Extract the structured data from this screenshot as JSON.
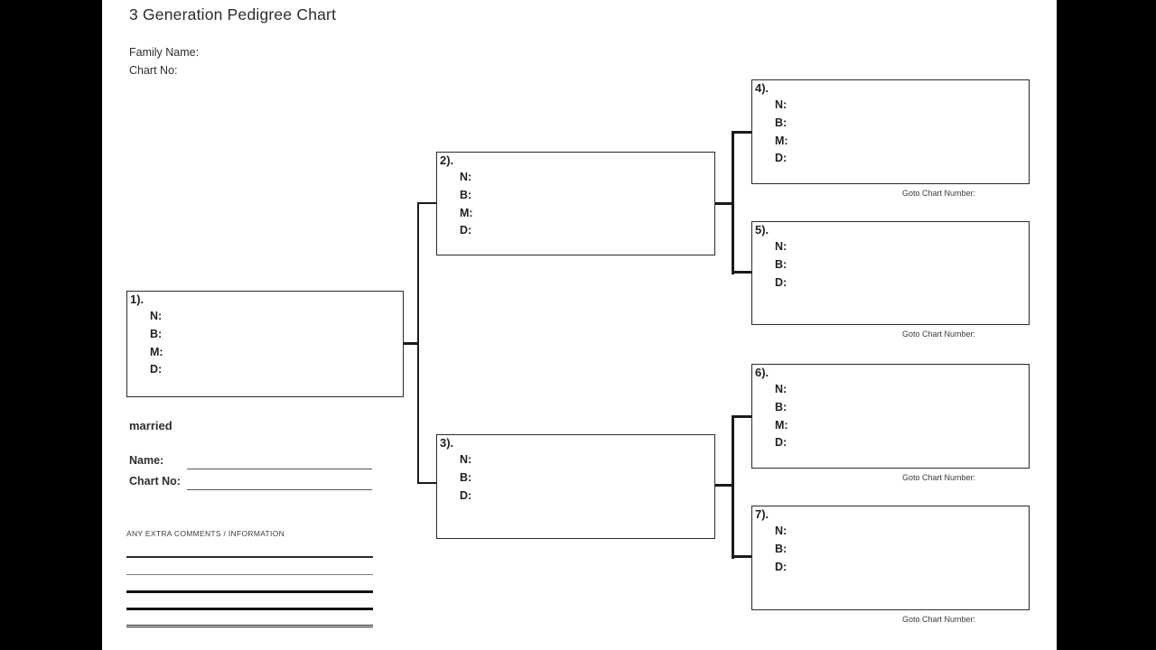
{
  "frame": {
    "pillar_color": "#000000",
    "page_color": "#ffffff"
  },
  "header": {
    "title": "3 Generation Pedigree Chart",
    "family_name_label": "Family Name:",
    "chart_no_label": "Chart No:"
  },
  "boxes": [
    {
      "number_label": "1).",
      "fields": [
        "N:",
        "B:",
        "M:",
        "D:"
      ]
    },
    {
      "number_label": "2).",
      "fields": [
        "N:",
        "B:",
        "M:",
        "D:"
      ]
    },
    {
      "number_label": "3).",
      "fields": [
        "N:",
        "B:",
        "D:"
      ]
    },
    {
      "number_label": "4).",
      "fields": [
        "N:",
        "B:",
        "M:",
        "D:"
      ],
      "goto_label": "Goto Chart Number:"
    },
    {
      "number_label": "5).",
      "fields": [
        "N:",
        "B:",
        "D:"
      ],
      "goto_label": "Goto Chart Number:"
    },
    {
      "number_label": "6).",
      "fields": [
        "N:",
        "B:",
        "M:",
        "D:"
      ],
      "goto_label": "Goto Chart Number:"
    },
    {
      "number_label": "7).",
      "fields": [
        "N:",
        "B:",
        "D:"
      ],
      "goto_label": "Goto Chart Number:"
    }
  ],
  "spouse": {
    "married_label": "married",
    "name_label": "Name:",
    "chart_no_label": "Chart No:"
  },
  "comments": {
    "heading": "ANY EXTRA COMMENTS / INFORMATION",
    "line_count": 5
  }
}
